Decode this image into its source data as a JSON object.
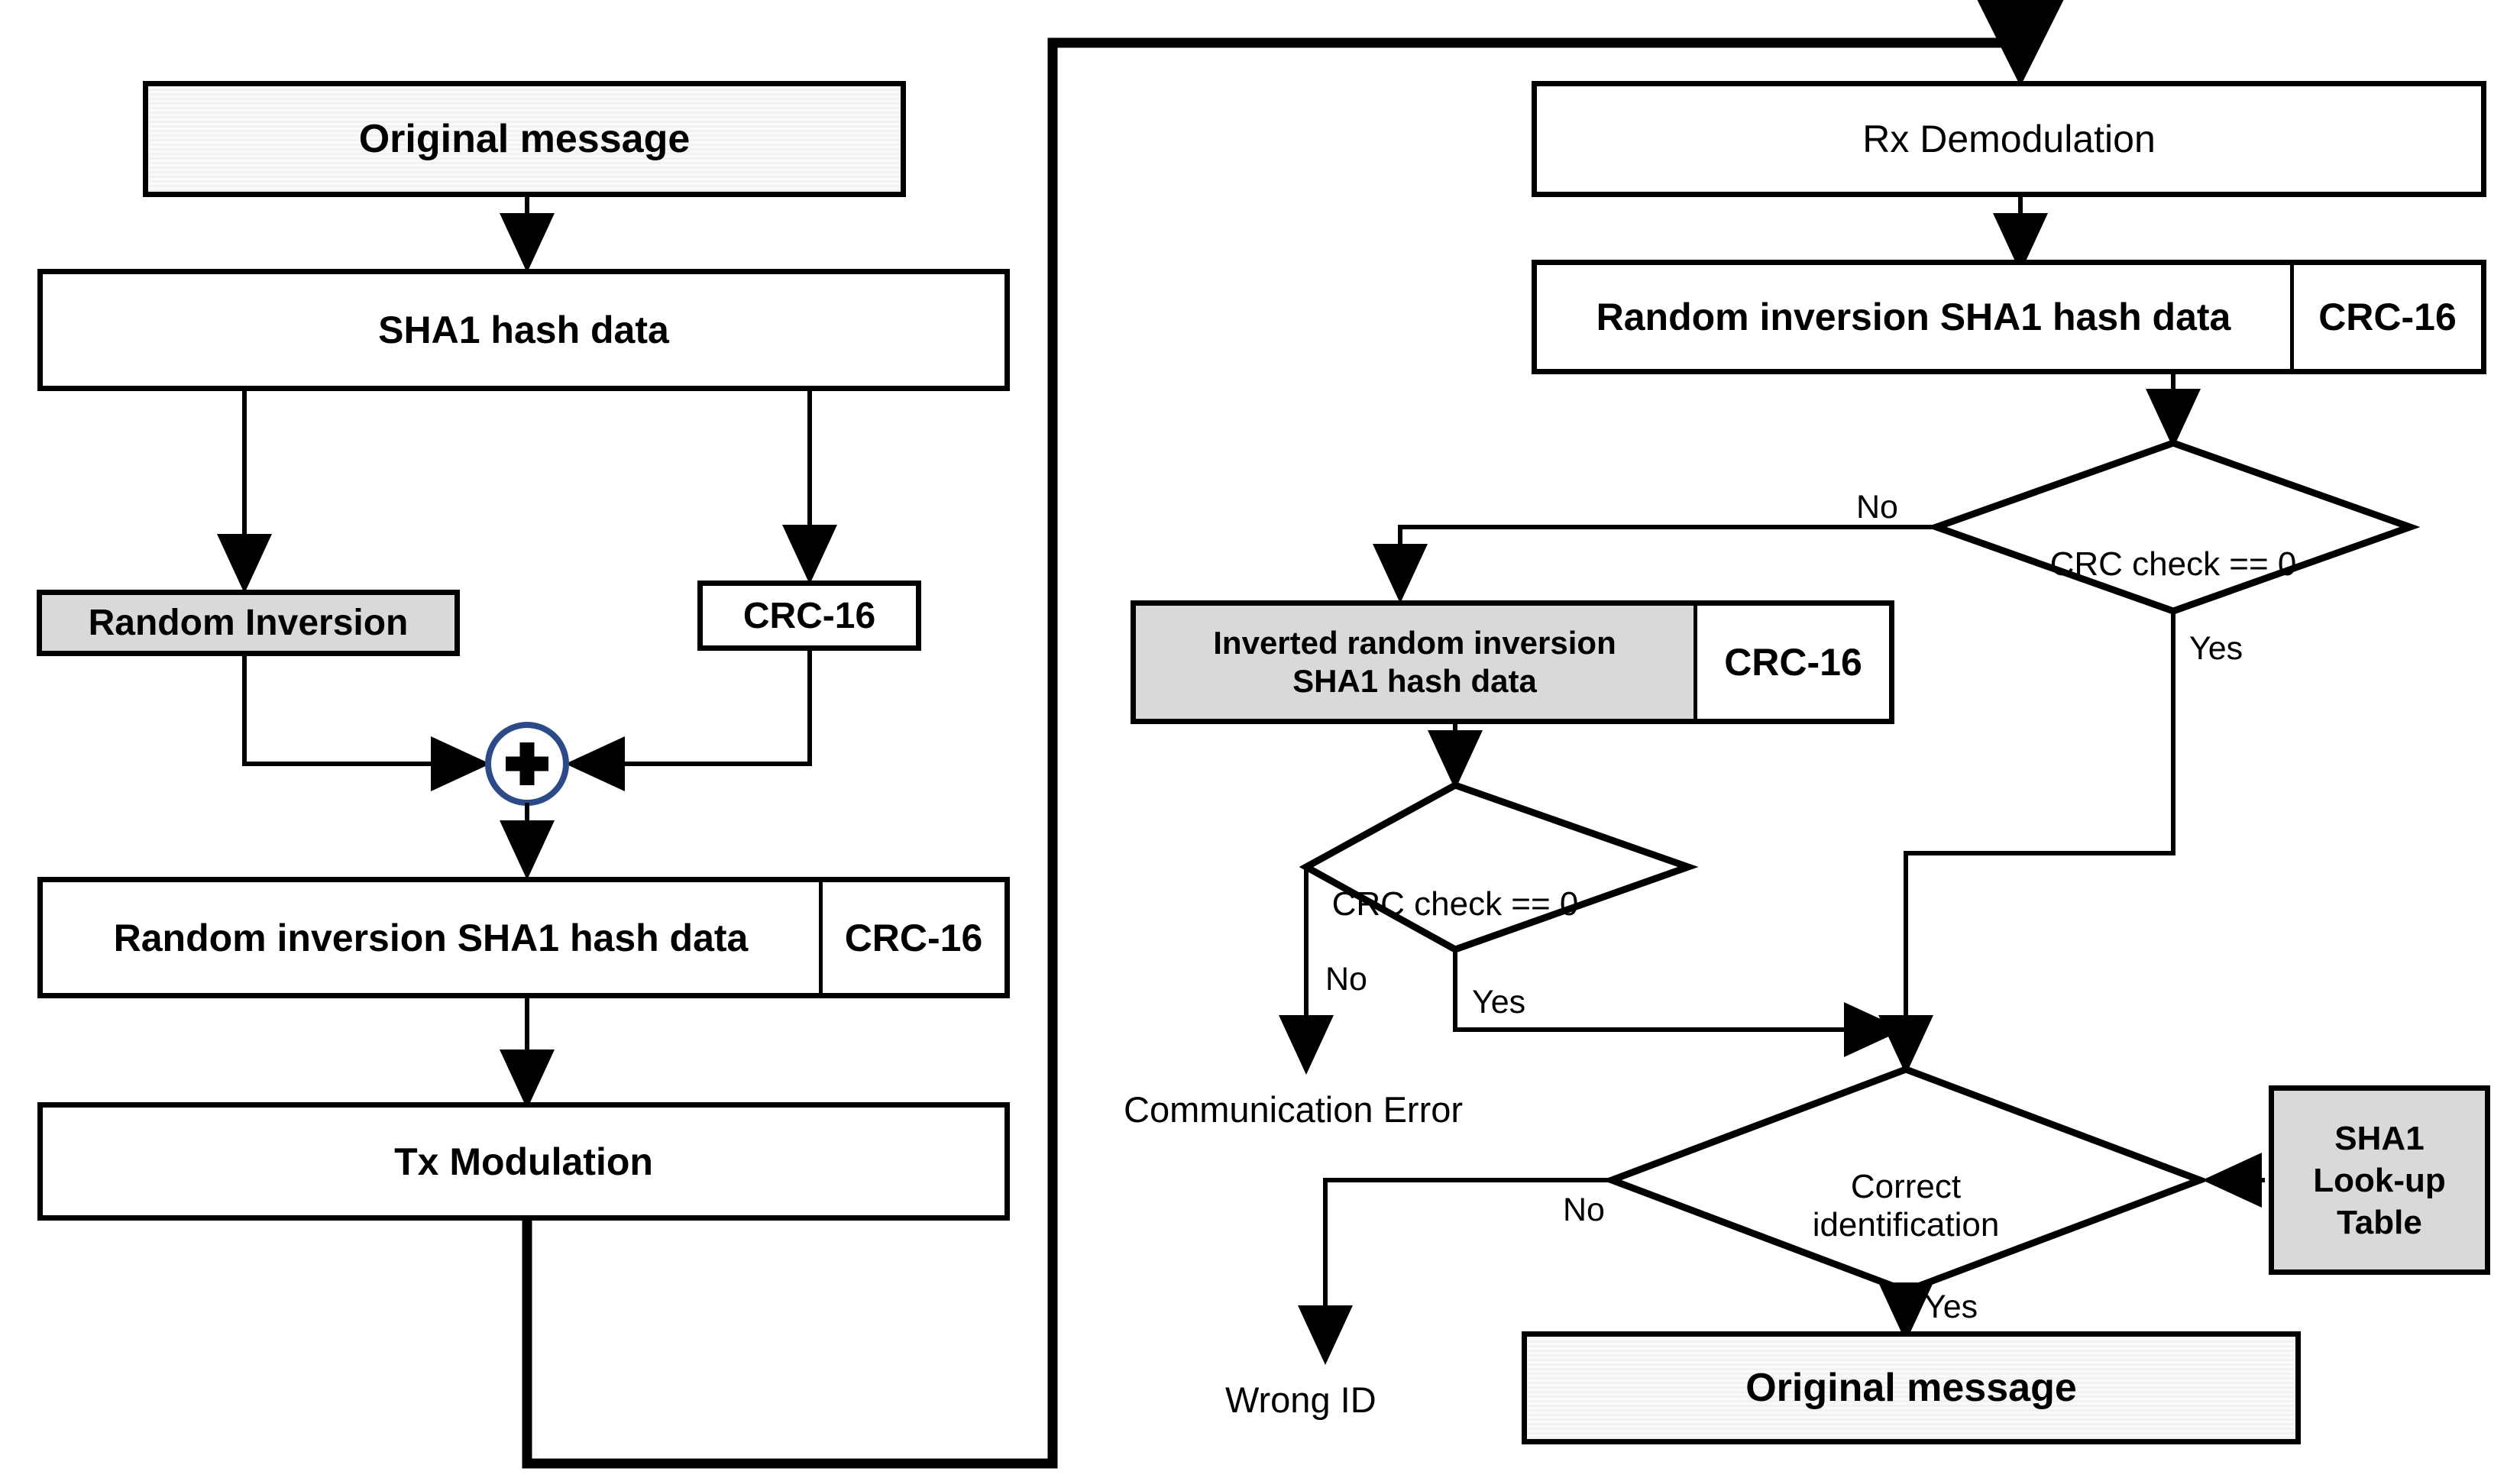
{
  "diagram": {
    "title": "SHA1 random-inversion communication flowchart",
    "colors": {
      "line": "#000000",
      "shaded_fill": "#d9d9d9",
      "hatched_fill": "#f4f4f4",
      "adder_stroke": "#2b4a87"
    },
    "tx": {
      "original_message": "Original message",
      "sha1_hash_data": "SHA1 hash data",
      "random_inversion": "Random Inversion",
      "crc16": "CRC-16",
      "adder_symbol": "+",
      "packet_data": "Random inversion SHA1 hash data",
      "packet_crc": "CRC-16",
      "tx_modulation": "Tx Modulation"
    },
    "rx": {
      "rx_demodulation": "Rx Demodulation",
      "packet_data": "Random inversion SHA1 hash data",
      "packet_crc": "CRC-16",
      "crc_check_1": "CRC check == 0",
      "crc_check_1_no": "No",
      "crc_check_1_yes": "Yes",
      "inverted_packet_data": "Inverted random inversion\nSHA1 hash data",
      "inverted_packet_crc": "CRC-16",
      "crc_check_2": "CRC check == 0",
      "crc_check_2_no": "No",
      "crc_check_2_yes": "Yes",
      "communication_error": "Communication Error",
      "correct_identification": "Correct\nidentification",
      "correct_identification_no": "No",
      "correct_identification_yes": "Yes",
      "wrong_id": "Wrong ID",
      "sha1_lookup_table": "SHA1\nLook-up\nTable",
      "original_message": "Original message"
    }
  }
}
